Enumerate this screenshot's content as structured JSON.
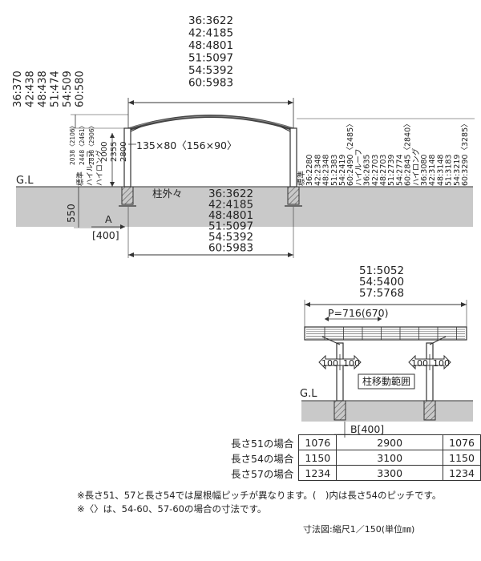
{
  "top": {
    "width_list": [
      "36:3622",
      "42:4185",
      "48:4801",
      "51:5097",
      "54:5392",
      "60:5983"
    ],
    "height_list": [
      "36:370",
      "42:438",
      "48:438",
      "51:474",
      "54:509",
      "60:580"
    ],
    "post_label": "135×80〈156×90〉",
    "height_table": [
      {
        "name": "標準",
        "v": "2000",
        "alt": "2038〈2106〉"
      },
      {
        "name": "ハイルーフ",
        "v": "2355",
        "alt": "2448〈2461〉"
      },
      {
        "name": "ハイロング",
        "v": "2800",
        "alt": "2838〈2906〉"
      }
    ],
    "right_heights": [
      "標準",
      "36:2280",
      "42:2348",
      "48:2348",
      "51:2383",
      "54:2419",
      "60:2490〈2485〉",
      "ハイルーフ",
      "36:2635",
      "42:2703",
      "48:2703",
      "51:2739",
      "54:2774",
      "60:2845〈2840〉",
      "ハイロング",
      "36:3080",
      "42:3148",
      "48:3148",
      "51:3183",
      "54:3219",
      "60:3290〈3285〉"
    ],
    "gl": "G.L",
    "post_outer": "柱外々",
    "post_outer_list": [
      "36:3622",
      "42:4185",
      "48:4801",
      "51:5097",
      "54:5392",
      "60:5983"
    ],
    "footing": "550",
    "a_label": "A",
    "a_value": "[400]"
  },
  "side": {
    "length_list": [
      "51:5052",
      "54:5400",
      "57:5768"
    ],
    "pitch": "P=716(670)",
    "move_left": [
      "100",
      "100"
    ],
    "move_right": [
      "100",
      "100"
    ],
    "move_range": "柱移動範囲",
    "gl": "G.L",
    "b_label": "B[400]"
  },
  "table": {
    "rows": [
      {
        "label": "長さ51の場合",
        "a": "1076",
        "b": "2900",
        "c": "1076"
      },
      {
        "label": "長さ54の場合",
        "a": "1150",
        "b": "3100",
        "c": "1150"
      },
      {
        "label": "長さ57の場合",
        "a": "1234",
        "b": "3300",
        "c": "1234"
      }
    ]
  },
  "notes": {
    "line1": "※長さ51、57と長さ54では屋根幅ピッチが異なります。(　)内は長さ54のピッチです。",
    "line2": "※〈〉は、54-60、57-60の場合の寸法です。",
    "scale": "寸法図:縮尺1／150(単位㎜)"
  }
}
